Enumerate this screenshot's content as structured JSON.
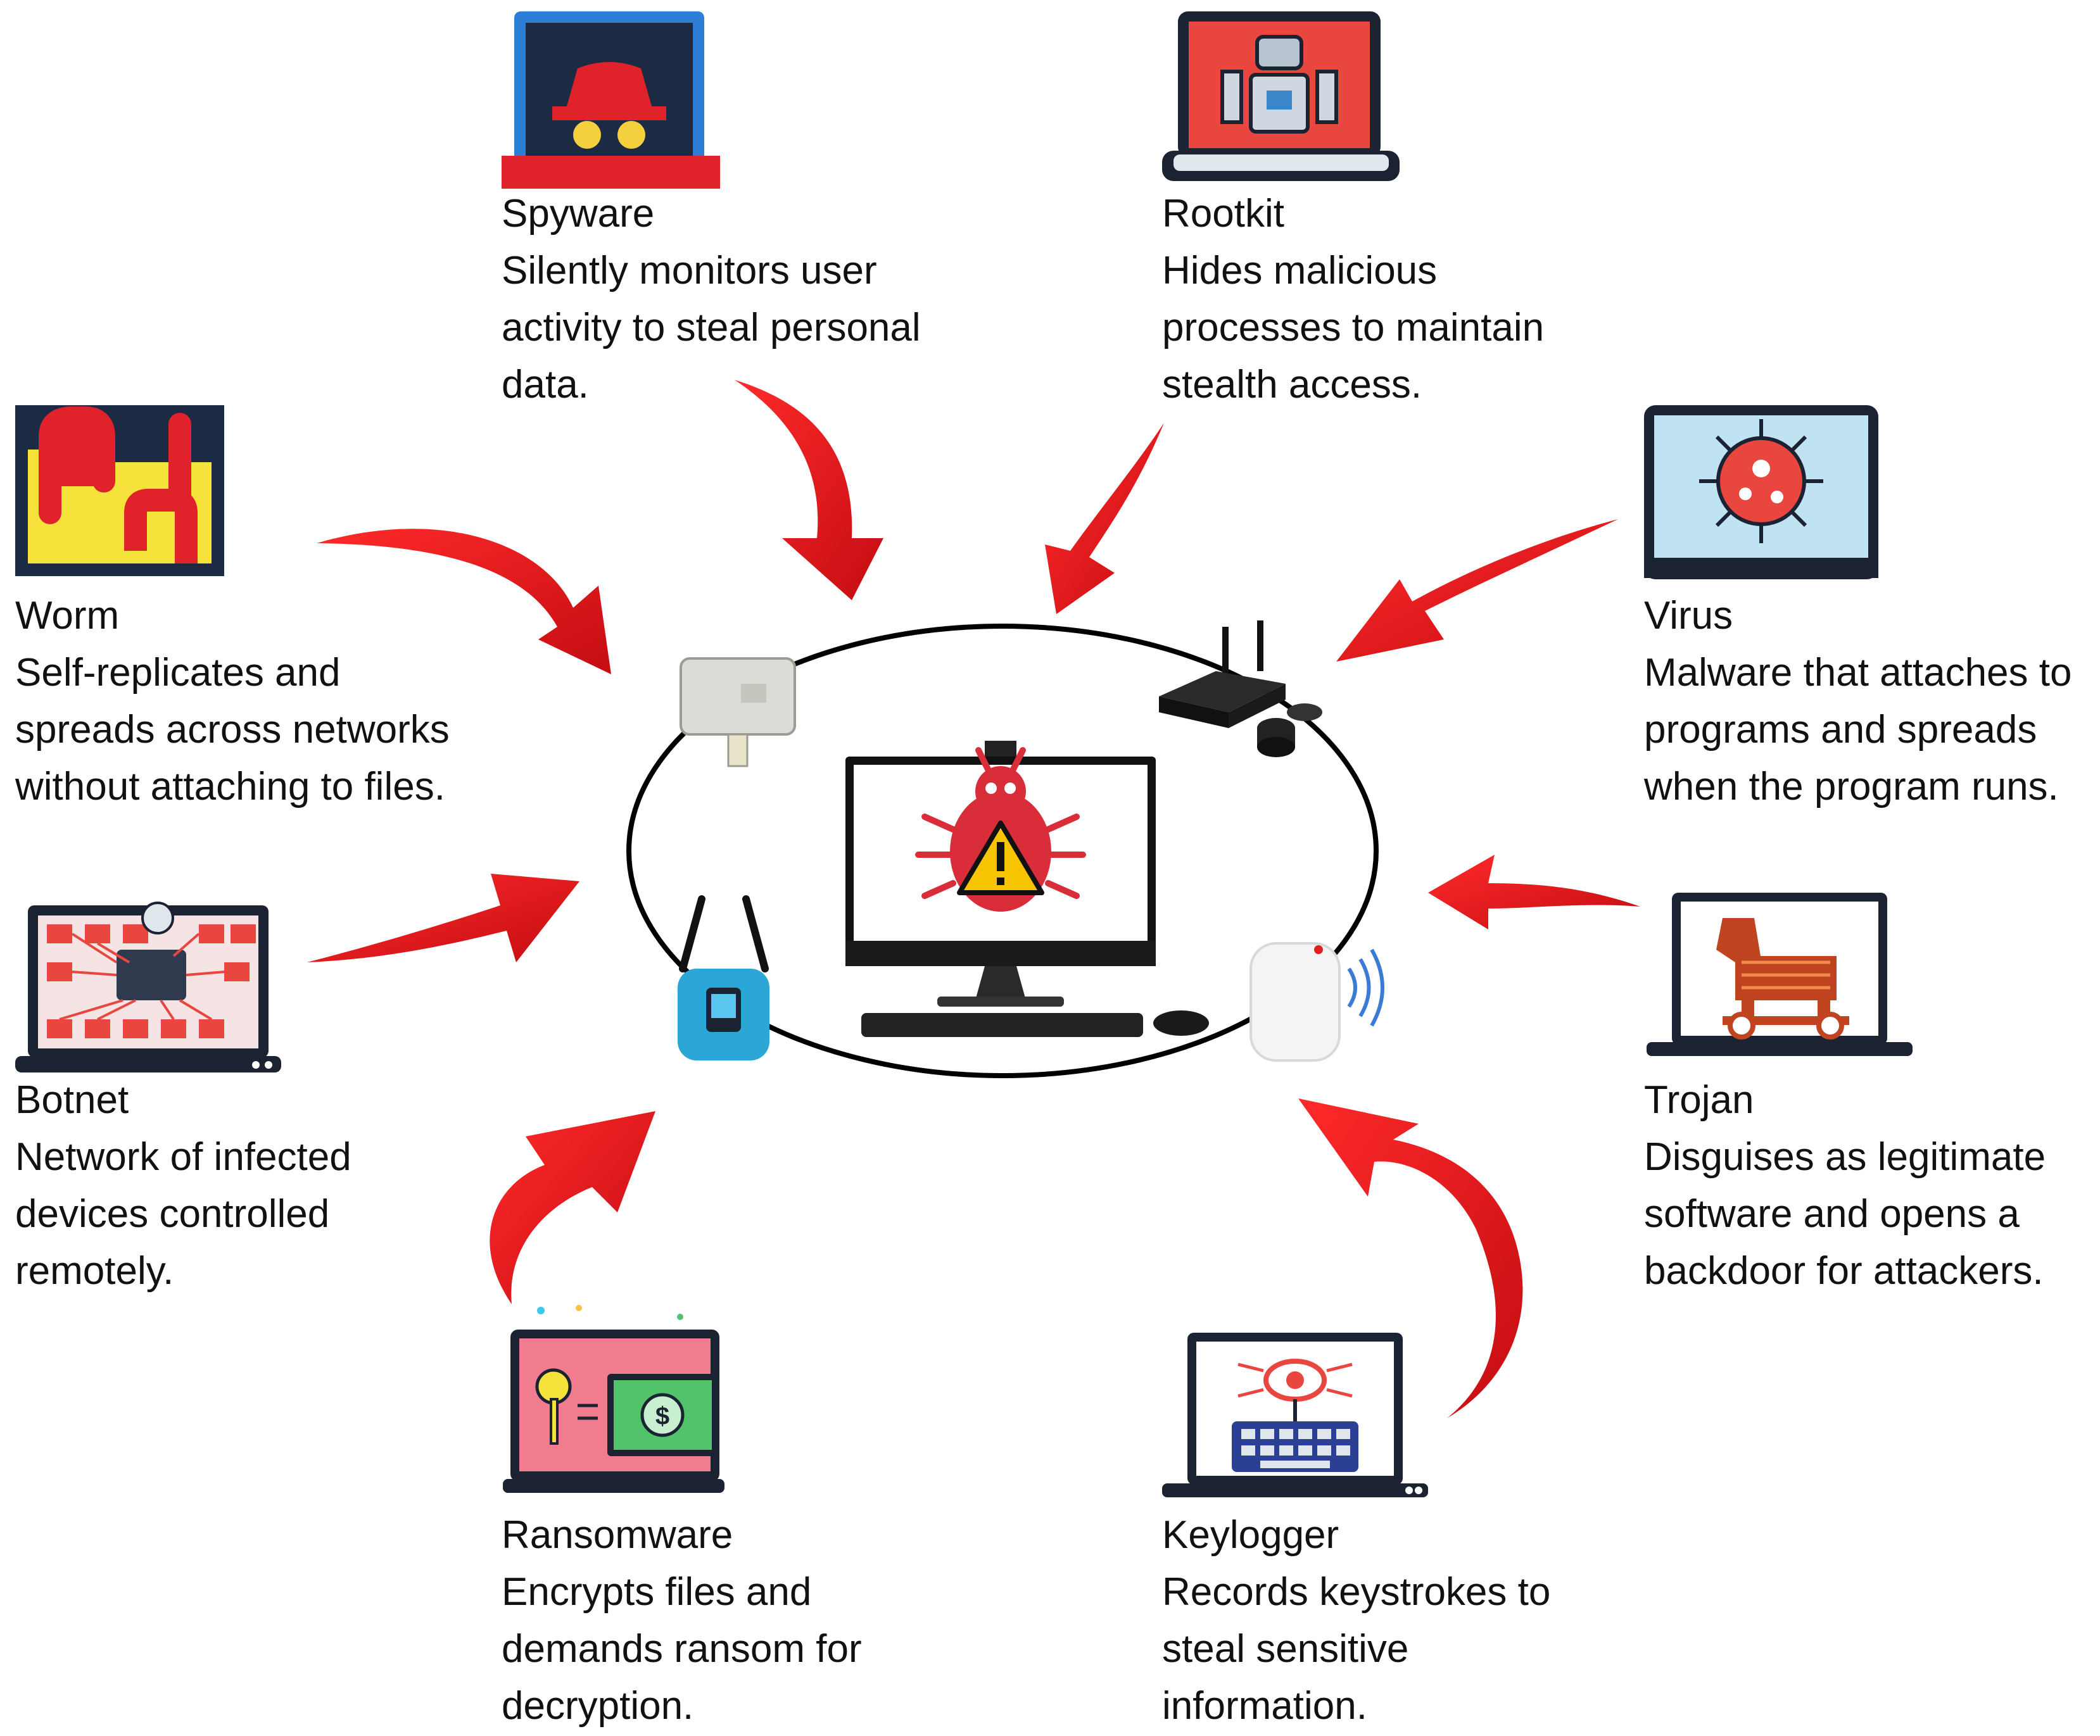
{
  "malware_types": [
    {
      "id": "spyware",
      "icon": "spyware-laptop-icon",
      "title": "Spyware",
      "lines": [
        "Silently monitors user",
        "activity to steal personal",
        "data."
      ]
    },
    {
      "id": "rootkit",
      "icon": "rootkit-laptop-icon",
      "title": "Rootkit",
      "lines": [
        "Hides malicious",
        "processes to maintain",
        "stealth access."
      ]
    },
    {
      "id": "worm",
      "icon": "worm-folder-icon",
      "title": "Worm",
      "lines": [
        "Self-replicates and",
        "spreads across networks",
        "without attaching to files."
      ]
    },
    {
      "id": "virus",
      "icon": "virus-laptop-icon",
      "title": "Virus",
      "lines": [
        "Malware that attaches to",
        "programs and spreads",
        "when the program runs."
      ]
    },
    {
      "id": "botnet",
      "icon": "botnet-laptop-icon",
      "title": "Botnet",
      "lines": [
        "Network of  infected",
        "devices controlled",
        "remotely."
      ]
    },
    {
      "id": "trojan",
      "icon": "trojan-horse-laptop-icon",
      "title": "Trojan",
      "lines": [
        "Disguises as legitimate",
        "software and opens a",
        "backdoor for attackers."
      ]
    },
    {
      "id": "ransomware",
      "icon": "ransomware-laptop-icon",
      "title": "Ransomware",
      "lines": [
        "Encrypts files and",
        "demands ransom for",
        "decryption."
      ]
    },
    {
      "id": "keylogger",
      "icon": "keylogger-laptop-icon",
      "title": "Keylogger",
      "lines": [
        "Records keystrokes to",
        "steal sensitive",
        "information."
      ]
    }
  ],
  "center": {
    "icon": "infected-computer-bug-warning-icon",
    "devices": [
      "sensor-device-icon",
      "iot-gateway-icon",
      "wireless-router-icon",
      "motion-sensor-icon"
    ]
  },
  "colors": {
    "arrow": "#e3161c",
    "ring": "#000000",
    "laptop_frame": "#1b2333",
    "bug": "#d92d3a",
    "warning": "#f6c400"
  }
}
